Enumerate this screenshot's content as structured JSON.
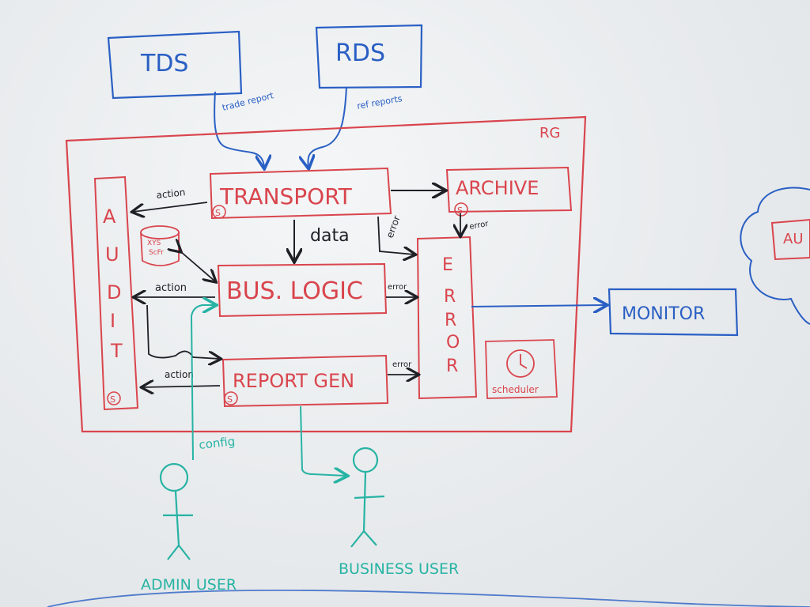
{
  "colors": {
    "blue": "#2a5fc4",
    "red": "#d9454d",
    "teal": "#27b3a4",
    "black": "#1f1f26"
  },
  "external": {
    "tds": "TDS",
    "rds": "RDS",
    "tds_flow": "trade report",
    "rds_flow": "ref reports",
    "monitor": "MONITOR",
    "cloud_text": "AU"
  },
  "system": {
    "corner_label": "RG",
    "transport": "TRANSPORT",
    "archive": "ARCHIVE",
    "bus_logic": "BUS. LOGIC",
    "report_gen": "REPORT GEN",
    "audit": [
      "A",
      "U",
      "D",
      "I",
      "T"
    ],
    "error": [
      "E",
      "R",
      "R",
      "O",
      "R"
    ],
    "service_marker": "S",
    "db_label": [
      "XYS",
      "ScFr"
    ],
    "scheduler": "scheduler"
  },
  "flows": {
    "data": "data",
    "error": "error",
    "action": "action",
    "config": "config"
  },
  "actors": {
    "admin": "ADMIN USER",
    "business": "BUSINESS USER"
  }
}
